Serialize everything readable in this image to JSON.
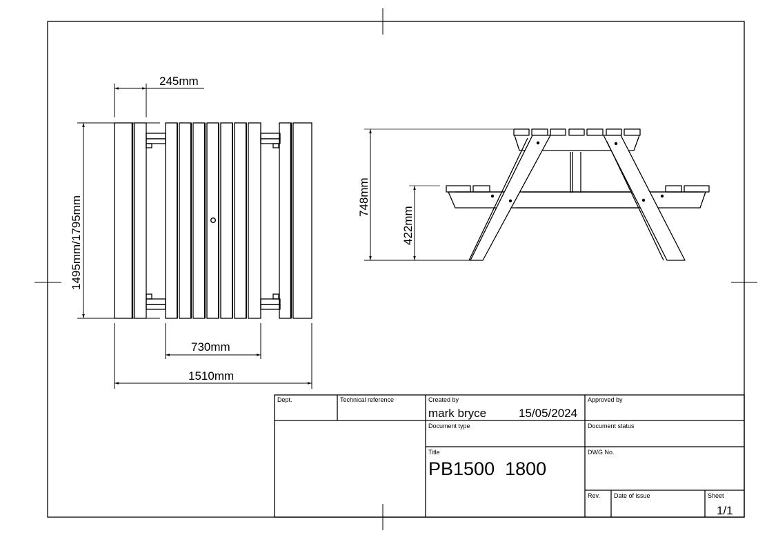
{
  "drawing": {
    "top_view": {
      "dimensions": {
        "gap": "245mm",
        "length": "1495mm/1795mm",
        "inner_width": "730mm",
        "overall_width": "1510mm"
      }
    },
    "side_view": {
      "dimensions": {
        "table_height": "748mm",
        "seat_height": "422mm"
      }
    }
  },
  "title_block": {
    "dept_label": "Dept.",
    "dept_value": "",
    "technical_reference_label": "Technical reference",
    "technical_reference_value": "",
    "created_by_label": "Created by",
    "created_by_value": "mark bryce",
    "created_date": "15/05/2024",
    "approved_by_label": "Approved by",
    "approved_by_value": "",
    "document_type_label": "Document type",
    "document_type_value": "",
    "document_status_label": "Document status",
    "document_status_value": "",
    "title_label": "Title",
    "title_value": "PB1500  1800",
    "dwg_no_label": "DWG No.",
    "dwg_no_value": "",
    "rev_label": "Rev.",
    "date_of_issue_label": "Date of issue",
    "sheet_label": "Sheet",
    "sheet_value": "1/1"
  },
  "colors": {
    "line": "#000000",
    "dim_line": "#555555",
    "background": "#ffffff"
  }
}
